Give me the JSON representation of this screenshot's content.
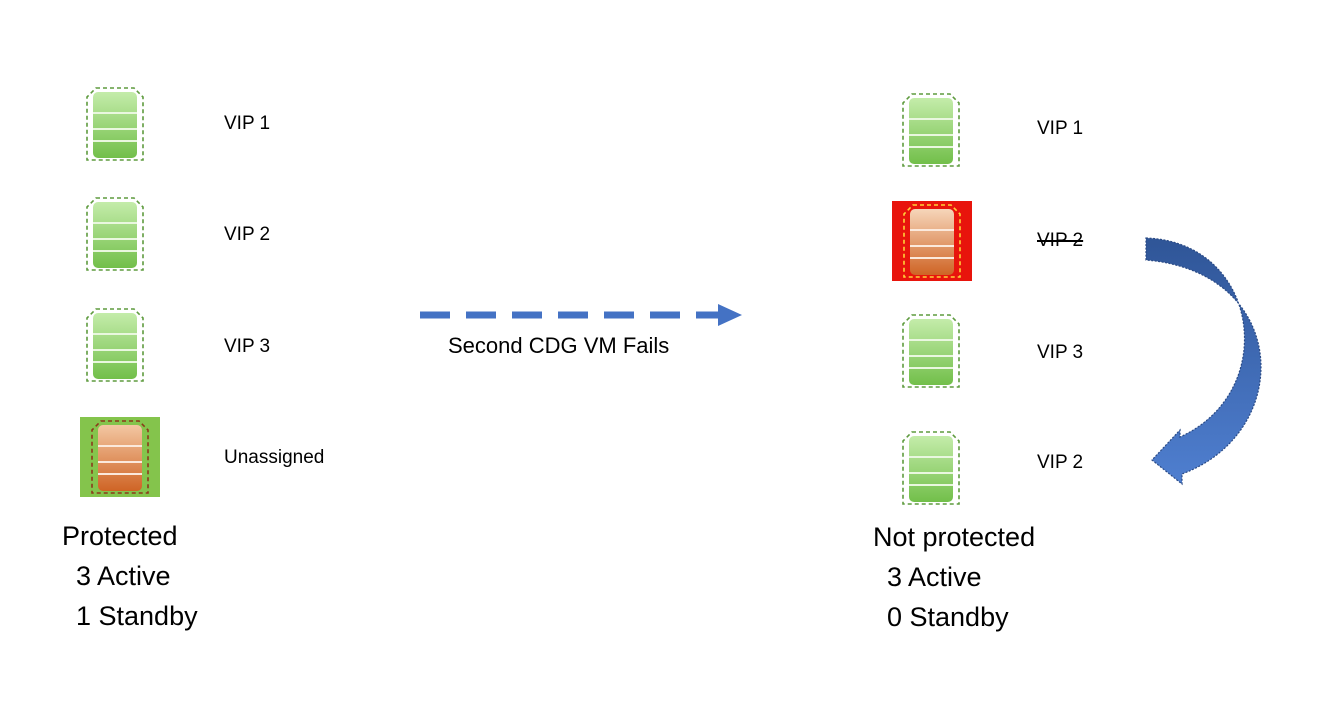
{
  "left": {
    "vms": [
      {
        "label": "VIP 1",
        "state": "active"
      },
      {
        "label": "VIP 2",
        "state": "active"
      },
      {
        "label": "VIP 3",
        "state": "active"
      },
      {
        "label": "Unassigned",
        "state": "standby"
      }
    ],
    "status": {
      "title": "Protected",
      "active": "3 Active",
      "standby": "1 Standby"
    }
  },
  "transition": {
    "label": "Second CDG VM Fails"
  },
  "right": {
    "vms": [
      {
        "label": "VIP 1",
        "state": "active"
      },
      {
        "label": "VIP 2",
        "state": "failed"
      },
      {
        "label": "VIP 3",
        "state": "active"
      },
      {
        "label": "VIP 2",
        "state": "active"
      }
    ],
    "status": {
      "title": "Not protected",
      "active": "3 Active",
      "standby": "0 Standby"
    }
  },
  "colors": {
    "active_green": "#8fd46a",
    "standby_bg": "#84c44c",
    "failed_bg": "#e8140c",
    "vm_orange": "#d9733a",
    "arrow_blue": "#4472c4",
    "curve_dark": "#2f5597"
  }
}
